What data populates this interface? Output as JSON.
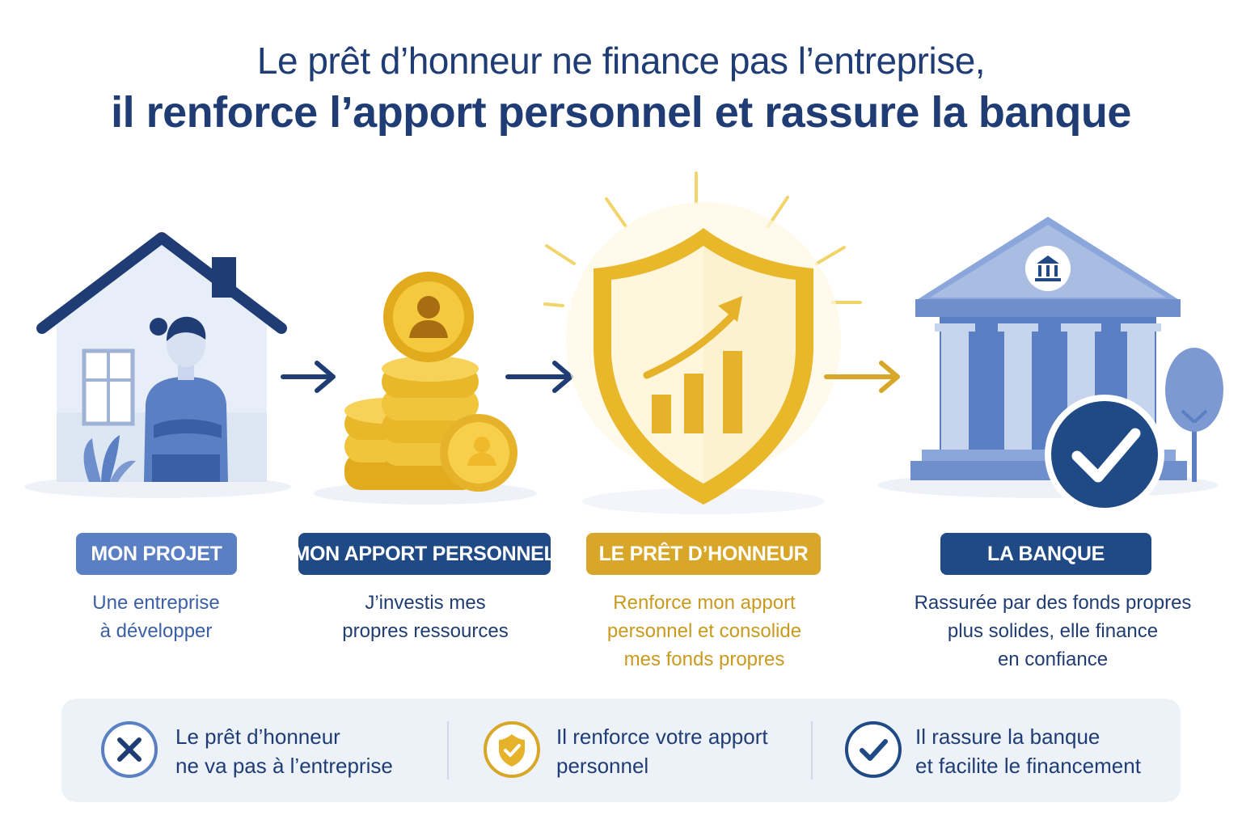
{
  "title": {
    "line1": "Le prêt d’honneur ne finance pas l’entreprise,",
    "line2": "il renforce l’apport personnel et rassure la banque"
  },
  "steps": [
    {
      "label": "MON PROJET",
      "desc_line1": "Une entreprise",
      "desc_line2": "à développer",
      "icon": "house-person-icon",
      "color": "#5b7fc3"
    },
    {
      "label": "MON APPORT PERSONNEL",
      "desc_line1": "J’investis mes",
      "desc_line2": "propres ressources",
      "icon": "coins-stack-icon",
      "color": "#1f4a86"
    },
    {
      "label": "LE PRÊT D’HONNEUR",
      "desc_line1": "Renforce mon apport",
      "desc_line2": "personnel et consolide",
      "desc_line3": "mes fonds propres",
      "icon": "shield-growth-icon",
      "color": "#d8a729"
    },
    {
      "label": "LA BANQUE",
      "desc_line1": "Rassurée par des fonds propres",
      "desc_line2": "plus solides, elle finance",
      "desc_line3": "en confiance",
      "icon": "bank-check-icon",
      "color": "#1f4a86"
    }
  ],
  "footer": [
    {
      "line1": "Le prêt d’honneur",
      "line2": "ne va pas à l’entreprise",
      "icon": "cross-circle-icon"
    },
    {
      "line1": "Il renforce votre apport",
      "line2": "personnel",
      "icon": "shield-check-icon"
    },
    {
      "line1": "Il rassure la banque",
      "line2": "et facilite le financement",
      "icon": "check-circle-icon"
    }
  ],
  "colors": {
    "navy": "#1f3d74",
    "blue": "#5b7fc3",
    "gold": "#d8a729",
    "light_blue": "#e8eef8"
  }
}
